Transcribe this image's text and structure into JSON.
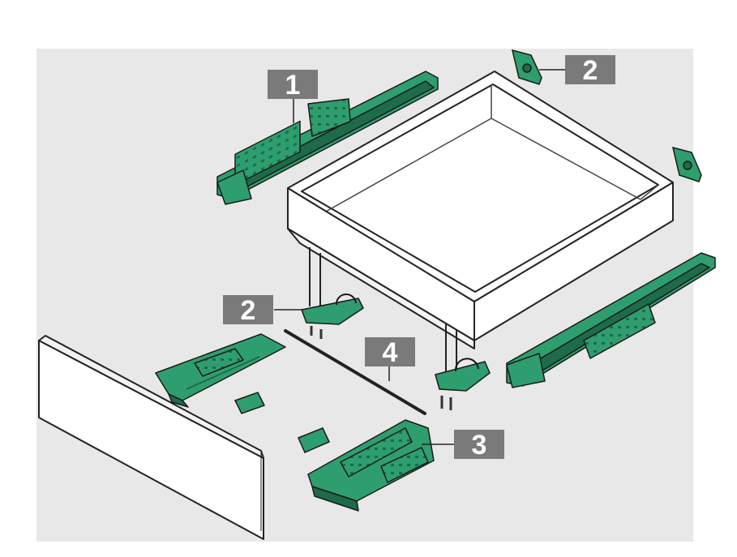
{
  "colors": {
    "background": "#ffffff",
    "panel": "#e8e8e8",
    "part_green": "#2e9e6e",
    "part_green_dark": "#1d6b4a",
    "outline": "#222222",
    "drawer_fill": "#ffffff",
    "label_bg": "#7a7a7a",
    "label_text": "#ffffff"
  },
  "labels": [
    {
      "id": "rail-top",
      "text": "1"
    },
    {
      "id": "bracket-top",
      "text": "2"
    },
    {
      "id": "bracket-front",
      "text": "2"
    },
    {
      "id": "rod",
      "text": "4"
    },
    {
      "id": "coupling",
      "text": "3"
    }
  ],
  "icons": {
    "runner": "drawer-runner-icon",
    "rear-bracket": "rear-bracket-icon",
    "front-bracket": "front-bracket-icon",
    "coupling": "locking-device-icon",
    "rod": "stabilizer-rod-icon",
    "panel": "drawer-front-panel-icon",
    "drawer": "drawer-box-icon"
  }
}
